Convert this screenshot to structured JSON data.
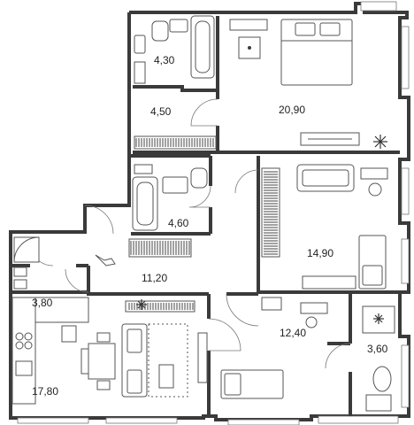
{
  "rooms": [
    {
      "id": "bathroom-1",
      "area": "4,30"
    },
    {
      "id": "wardrobe",
      "area": "4,50"
    },
    {
      "id": "bedroom-1",
      "area": "20,90"
    },
    {
      "id": "bathroom-2",
      "area": "4,60"
    },
    {
      "id": "bedroom-2",
      "area": "14,90"
    },
    {
      "id": "hall",
      "area": "11,20"
    },
    {
      "id": "laundry",
      "area": "3,80"
    },
    {
      "id": "bedroom-3",
      "area": "12,40"
    },
    {
      "id": "toilet",
      "area": "3,60"
    },
    {
      "id": "kitchen-living",
      "area": "17,80"
    }
  ],
  "colors": {
    "wall": "#3a3a3a",
    "furniture_stroke": "#555555",
    "background": "#ffffff"
  }
}
